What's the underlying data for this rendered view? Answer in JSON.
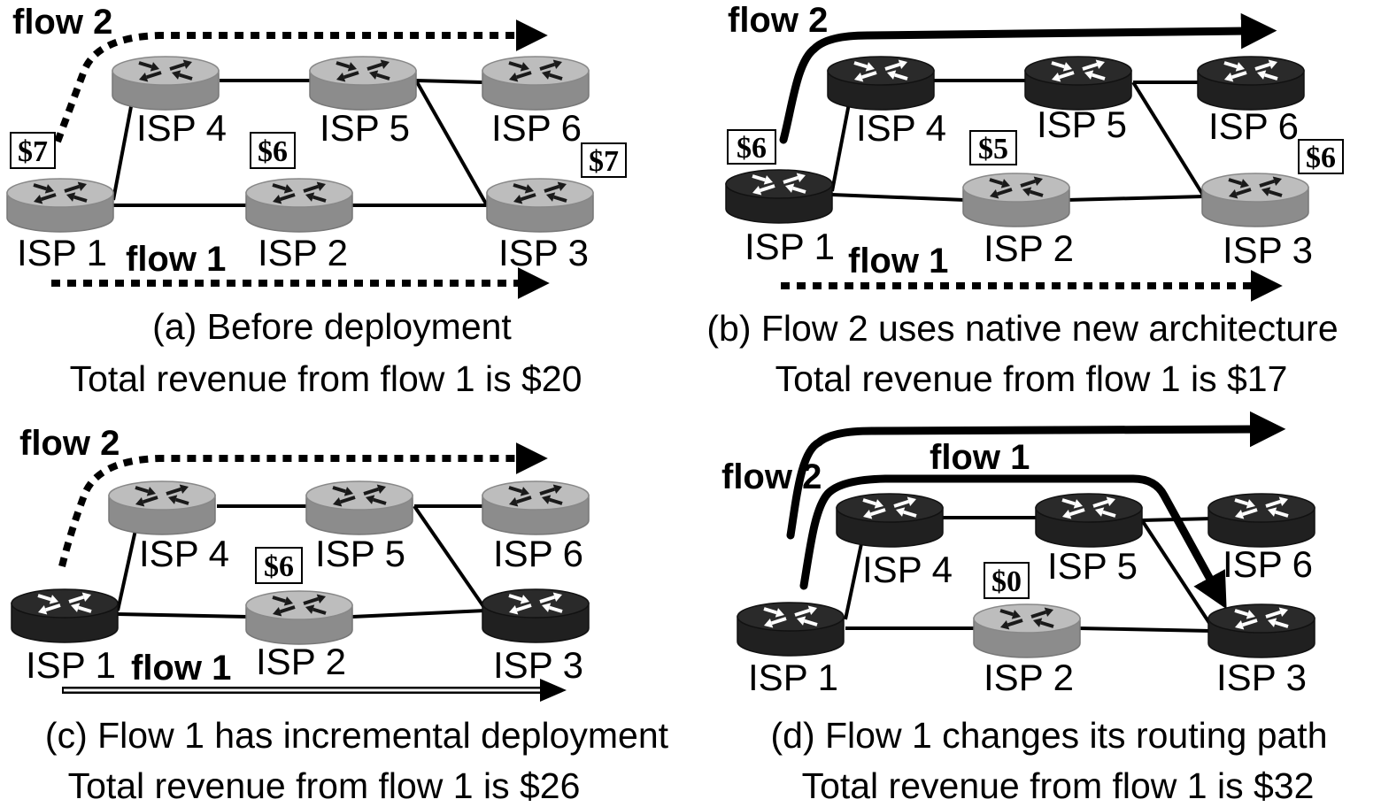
{
  "colors": {
    "legacy_router": "#a6a6a6",
    "new_router": "#262626",
    "line": "#000000",
    "background": "#ffffff"
  },
  "panels": [
    {
      "id": "a",
      "caption_line1": "(a) Before deployment",
      "caption_line2": "Total revenue from flow 1 is $20",
      "routers": {
        "isp1": "ISP 1",
        "isp2": "ISP 2",
        "isp3": "ISP 3",
        "isp4": "ISP 4",
        "isp5": "ISP 5",
        "isp6": "ISP 6"
      },
      "flow1_label": "flow 1",
      "flow2_label": "flow 2",
      "prices": [
        "$7",
        "$6",
        "$7"
      ]
    },
    {
      "id": "b",
      "caption_line1": "(b) Flow 2 uses native new architecture",
      "caption_line2": "Total revenue from flow 1 is $17",
      "routers": {
        "isp1": "ISP 1",
        "isp2": "ISP 2",
        "isp3": "ISP 3",
        "isp4": "ISP 4",
        "isp5": "ISP 5",
        "isp6": "ISP 6"
      },
      "flow1_label": "flow 1",
      "flow2_label": "flow 2",
      "prices": [
        "$6",
        "$5",
        "$6"
      ]
    },
    {
      "id": "c",
      "caption_line1": "(c) Flow 1 has incremental deployment",
      "caption_line2": "Total revenue from flow 1 is $26",
      "routers": {
        "isp1": "ISP 1",
        "isp2": "ISP 2",
        "isp3": "ISP 3",
        "isp4": "ISP 4",
        "isp5": "ISP 5",
        "isp6": "ISP 6"
      },
      "flow1_label": "flow 1",
      "flow2_label": "flow 2",
      "prices": [
        "$6"
      ]
    },
    {
      "id": "d",
      "caption_line1": "(d) Flow 1 changes its routing path",
      "caption_line2": "Total revenue from flow 1 is $32",
      "routers": {
        "isp1": "ISP 1",
        "isp2": "ISP 2",
        "isp3": "ISP 3",
        "isp4": "ISP 4",
        "isp5": "ISP 5",
        "isp6": "ISP 6"
      },
      "flow1_label": "flow 1",
      "flow2_label": "flow 2",
      "prices": [
        "$0"
      ]
    }
  ],
  "router_types": {
    "a": {
      "isp1": "legacy",
      "isp2": "legacy",
      "isp3": "legacy",
      "isp4": "legacy",
      "isp5": "legacy",
      "isp6": "legacy"
    },
    "b": {
      "isp1": "new",
      "isp2": "legacy",
      "isp3": "legacy",
      "isp4": "new",
      "isp5": "new",
      "isp6": "new"
    },
    "c": {
      "isp1": "new",
      "isp2": "legacy",
      "isp3": "new",
      "isp4": "legacy",
      "isp5": "legacy",
      "isp6": "legacy"
    },
    "d": {
      "isp1": "new",
      "isp2": "legacy",
      "isp3": "new",
      "isp4": "new",
      "isp5": "new",
      "isp6": "new"
    }
  }
}
